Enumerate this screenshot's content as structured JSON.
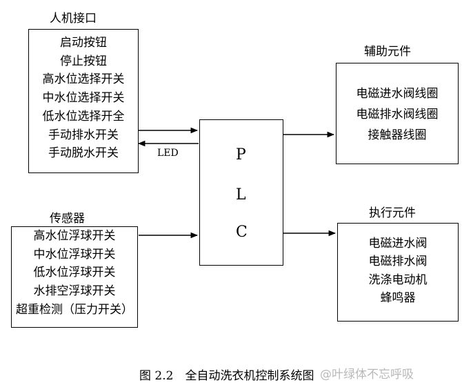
{
  "hmi": {
    "title": "人机接口",
    "items": [
      "启动按钮",
      "停止按钮",
      "高水位选择开关",
      "中水位选择开关",
      "低水位选择开全",
      "手动排水开关",
      "手动脱水开关"
    ]
  },
  "sensors": {
    "title": "传感器",
    "items": [
      "高水位浮球开关",
      "中水位浮球开关",
      "低水位浮球开关",
      "水排空浮球开关",
      "超重检测（压力开关）"
    ]
  },
  "plc": {
    "letters": [
      "P",
      "L",
      "C"
    ]
  },
  "led_label": "LED",
  "aux": {
    "title": "辅助元件",
    "items": [
      "电磁进水阀线圈",
      "电磁排水阀线圈",
      "接触器线圈"
    ]
  },
  "actuators": {
    "title": "执行元件",
    "items": [
      "电磁进水阀",
      "电磁排水阀",
      "洗涤电动机",
      "蜂鸣器"
    ]
  },
  "caption": "图 2.2　全自动洗衣机控制系统图",
  "watermark": "@叶绿体不忘呼吸"
}
